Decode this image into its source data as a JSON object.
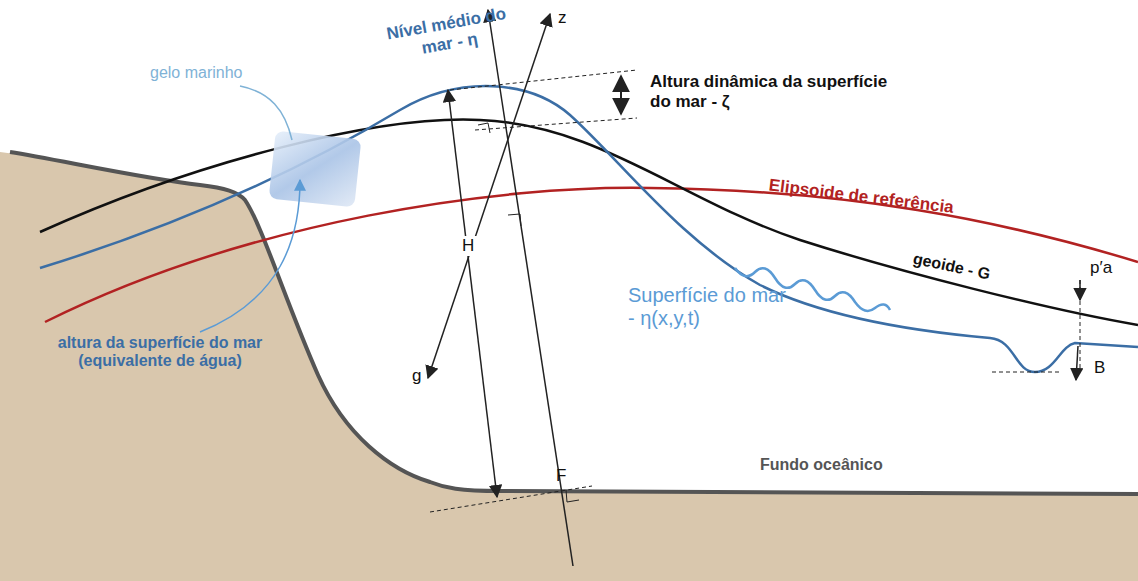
{
  "diagram": {
    "labels": [
      "gelo marinho",
      "Nível médio do mar - η",
      "Altura dinâmica da superfície do mar - ζ",
      "Elipsoide de referência",
      "p′a",
      "geoide - G",
      "Superfície do mar - η(x,y,t)",
      "altura da superfície do mar (equivalente de água)",
      "H",
      "g",
      "z",
      "F",
      "B",
      "Fundo oceânico"
    ]
  }
}
